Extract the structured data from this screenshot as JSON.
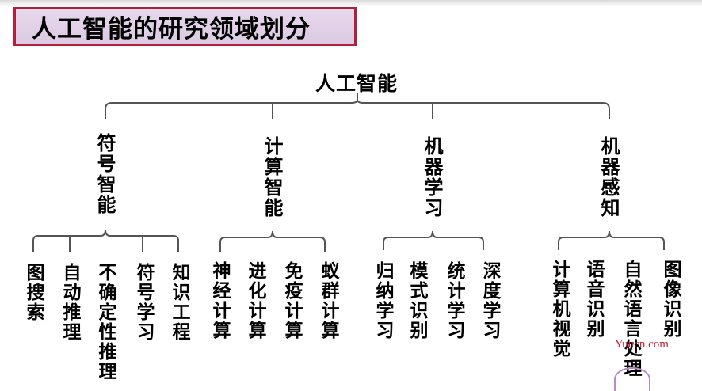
{
  "title": "人工智能的研究领域划分",
  "root": "人工智能",
  "categories": [
    {
      "label": "符号智能",
      "children": [
        "图搜索",
        "自动推理",
        "不确定性推理",
        "符号学习",
        "知识工程"
      ]
    },
    {
      "label": "计算智能",
      "children": [
        "神经计算",
        "进化计算",
        "免疫计算",
        "蚁群计算"
      ]
    },
    {
      "label": "机器学习",
      "children": [
        "归纳学习",
        "模式识别",
        "统计学习",
        "深度学习"
      ]
    },
    {
      "label": "机器感知",
      "children": [
        "计算机视觉",
        "语音识别",
        "自然语言处理",
        "图像识别"
      ]
    }
  ],
  "watermark": "Yuucn.com"
}
